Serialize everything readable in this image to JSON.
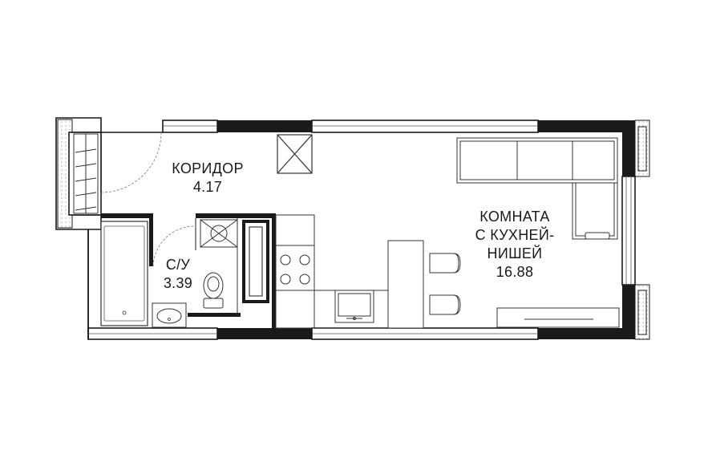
{
  "rooms": {
    "corridor": {
      "name": "КОРИДОР",
      "area": "4.17"
    },
    "bathroom": {
      "name": "С/У",
      "area": "3.39"
    },
    "living": {
      "name_line1": "КОМНАТА",
      "name_line2": "С КУХНЕЙ-",
      "name_line3": "НИШЕЙ",
      "area": "16.88"
    }
  },
  "colors": {
    "wall": "#1a1a1a",
    "line": "#333333",
    "background": "#ffffff",
    "fill_light": "#f4f4f4"
  }
}
